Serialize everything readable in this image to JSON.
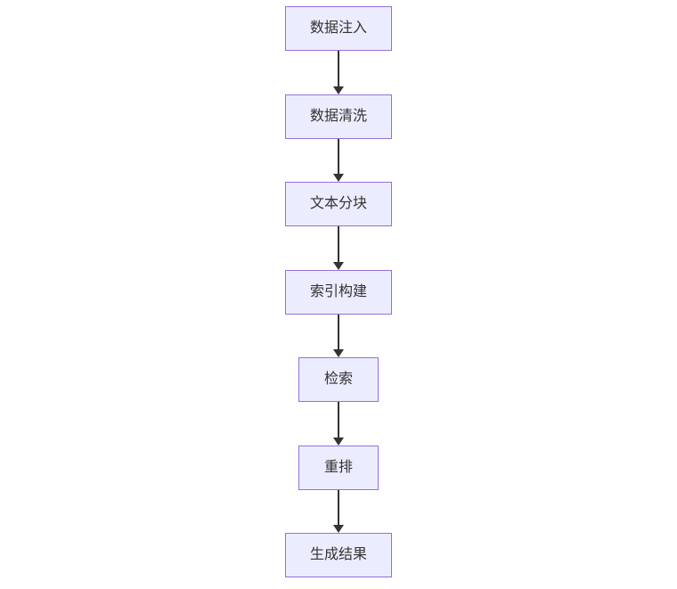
{
  "diagram": {
    "type": "flowchart",
    "direction": "top-down",
    "nodes": [
      {
        "id": "data-ingest",
        "label": "数据注入"
      },
      {
        "id": "data-clean",
        "label": "数据清洗"
      },
      {
        "id": "text-chunk",
        "label": "文本分块"
      },
      {
        "id": "index-build",
        "label": "索引构建"
      },
      {
        "id": "retrieve",
        "label": "检索"
      },
      {
        "id": "rerank",
        "label": "重排"
      },
      {
        "id": "generate-result",
        "label": "生成结果"
      }
    ],
    "edges": [
      {
        "from": "data-ingest",
        "to": "data-clean"
      },
      {
        "from": "data-clean",
        "to": "text-chunk"
      },
      {
        "from": "text-chunk",
        "to": "index-build"
      },
      {
        "from": "index-build",
        "to": "retrieve"
      },
      {
        "from": "retrieve",
        "to": "rerank"
      },
      {
        "from": "rerank",
        "to": "generate-result"
      }
    ],
    "colors": {
      "background": "#ffffff",
      "node_fill": "#ECECFF",
      "node_border": "#9370DB",
      "text": "#333333",
      "arrow": "#333333"
    }
  }
}
